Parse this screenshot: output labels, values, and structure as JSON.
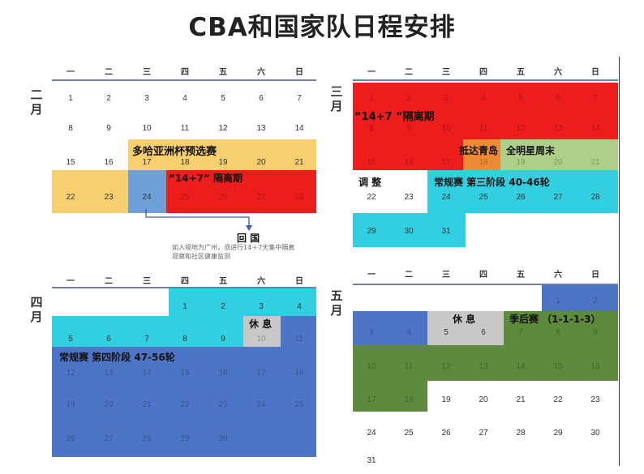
{
  "title": "CBA和国家队日程安排",
  "weekdays": [
    "一",
    "二",
    "三",
    "四",
    "五",
    "六",
    "日"
  ],
  "colors": {
    "yellow": "#f7cf6f",
    "red": "#ee1d1d",
    "lightblue": "#6f9fd8",
    "cyan": "#32cfe0",
    "blue": "#4d74c6",
    "gray": "#c8c8c8",
    "orange": "#ee8a35",
    "lightgreen": "#aecf8a",
    "green": "#5d8a3c",
    "line": "#6f7fa8"
  },
  "months": [
    {
      "id": "feb",
      "name": "二月",
      "days": [
        [
          "1",
          "2",
          "3",
          "4",
          "5",
          "6",
          "7"
        ],
        [
          "8",
          "9",
          "10",
          "11",
          "12",
          "13",
          "14"
        ],
        [
          "15",
          "16",
          "17",
          "18",
          "19",
          "20",
          "21"
        ],
        [
          "22",
          "23",
          "24",
          "25",
          "26",
          "27",
          "28"
        ]
      ],
      "labels": [
        {
          "key": "doha",
          "text": "多哈亚洲杯预选赛"
        },
        {
          "key": "quarantine",
          "text": "“14+7” 隔离期"
        },
        {
          "key": "return",
          "text": "回 国"
        }
      ],
      "note": [
        "如入境地为广州，须进行14＋7天集中隔离",
        "观察和社区健康监测"
      ]
    },
    {
      "id": "mar",
      "name": "三月",
      "days": [
        [
          "1",
          "2",
          "3",
          "4",
          "5",
          "6",
          "7"
        ],
        [
          "8",
          "9",
          "10",
          "11",
          "12",
          "13",
          "14"
        ],
        [
          "15",
          "16",
          "17",
          "18",
          "19",
          "20",
          "21"
        ],
        [
          "22",
          "23",
          "24",
          "25",
          "26",
          "27",
          "28"
        ],
        [
          "29",
          "30",
          "31"
        ]
      ],
      "labels": [
        {
          "key": "quarantine",
          "text": "“14+7 “隔离期"
        },
        {
          "key": "qingdao",
          "text": "抵达青岛"
        },
        {
          "key": "allstar",
          "text": "全明星周末"
        },
        {
          "key": "adjust",
          "text": "调 整"
        },
        {
          "key": "stage3",
          "text": "常规赛 第三阶段 40-46轮"
        }
      ]
    },
    {
      "id": "apr",
      "name": "四月",
      "days": [
        [
          "",
          "",
          "",
          "1",
          "2",
          "3",
          "4"
        ],
        [
          "5",
          "6",
          "7",
          "8",
          "9",
          "10",
          "11"
        ],
        [
          "12",
          "13",
          "14",
          "15",
          "16",
          "17",
          "18"
        ],
        [
          "19",
          "20",
          "21",
          "22",
          "23",
          "24",
          "25"
        ],
        [
          "26",
          "27",
          "28",
          "29",
          "30"
        ]
      ],
      "labels": [
        {
          "key": "rest",
          "text": "休 息"
        },
        {
          "key": "stage4",
          "text": "常规赛 第四阶段 47-56轮"
        }
      ]
    },
    {
      "id": "may",
      "name": "五月",
      "days": [
        [
          "",
          "",
          "",
          "",
          "",
          "1",
          "2"
        ],
        [
          "3",
          "4",
          "5",
          "6",
          "7",
          "8",
          "9"
        ],
        [
          "10",
          "11",
          "12",
          "13",
          "14",
          "15",
          "16"
        ],
        [
          "17",
          "18",
          "19",
          "20",
          "21",
          "22",
          "23"
        ],
        [
          "24",
          "25",
          "26",
          "27",
          "28",
          "29",
          "30"
        ],
        [
          "31"
        ]
      ],
      "labels": [
        {
          "key": "rest",
          "text": "休 息"
        },
        {
          "key": "playoffs",
          "text": "季后赛 （1-1-1-3）"
        }
      ]
    }
  ]
}
